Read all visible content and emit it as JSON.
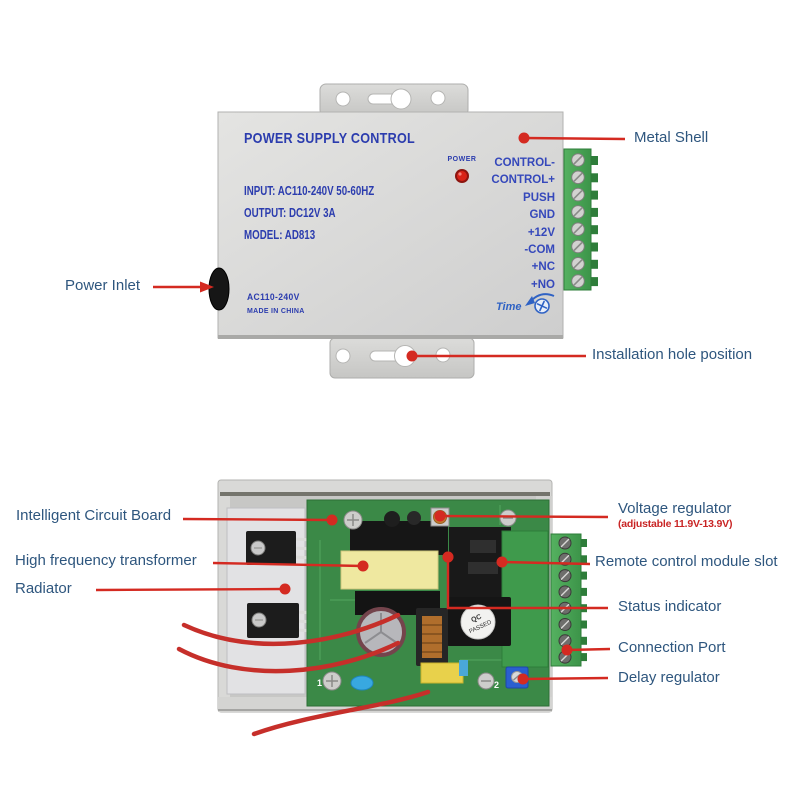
{
  "colors": {
    "annotation_red": "#d42a21",
    "label_blue": "#2e567e",
    "device_text_blue": "#2b3cae",
    "shell_gray": "#d8d8d8",
    "pcb_green": "#3b8947",
    "terminal_green": "#4aa555",
    "led_red": "#cc2016"
  },
  "top_device": {
    "title": "POWER SUPPLY CONTROL",
    "spec_input": "INPUT:  AC110-240V  50-60HZ",
    "spec_output": "OUTPUT:  DC12V   3A",
    "spec_model": "MODEL:  AD813",
    "power_led_label": "POWER",
    "terminal_labels": [
      "CONTROL-",
      "CONTROL+",
      "PUSH",
      "GND",
      "+12V",
      "-COM",
      "+NC",
      "+NO"
    ],
    "voltage_note": "AC110-240V",
    "origin_note": "MADE IN CHINA",
    "time_label": "Time"
  },
  "top_annotations": {
    "metal_shell": "Metal Shell",
    "power_inlet": "Power Inlet",
    "installation_hole": "Installation hole position"
  },
  "bottom_device": {
    "qc_line1": "QC",
    "qc_line2": "PASSED",
    "silkscreen_1": "1",
    "silkscreen_2": "2"
  },
  "bottom_annotations": {
    "intelligent_circuit_board": "Intelligent Circuit Board",
    "high_frequency_transformer": "High frequency transformer",
    "radiator": "Radiator",
    "voltage_regulator": "Voltage regulator",
    "voltage_regulator_note": "(adjustable 11.9V-13.9V)",
    "remote_control_module_slot": "Remote control module slot",
    "status_indicator": "Status indicator",
    "connection_port": "Connection Port",
    "delay_regulator": "Delay regulator"
  }
}
